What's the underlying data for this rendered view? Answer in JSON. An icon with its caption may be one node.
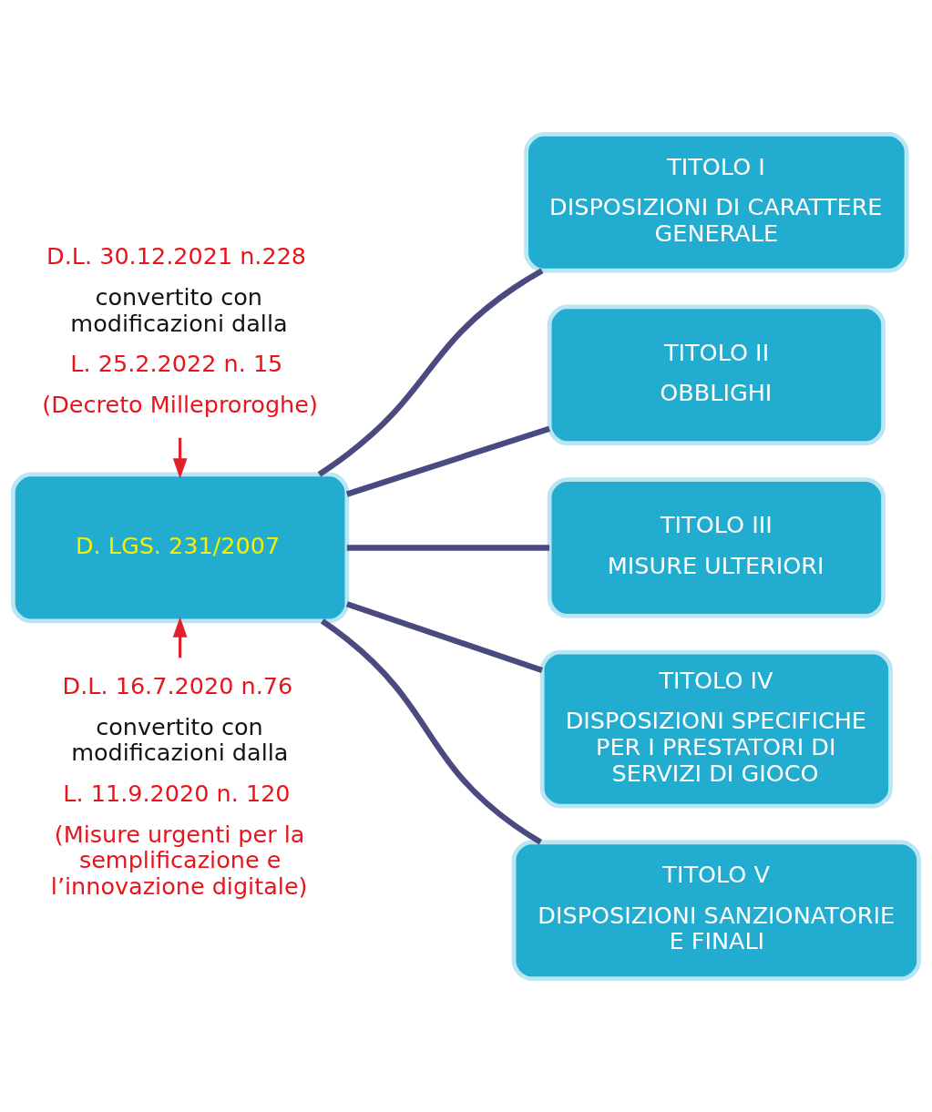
{
  "diagram": {
    "nodes": [
      {
        "text": [
          "D.L. 30.12.2021 n.228",
          "convertito con modificazioni dalla",
          "L. 25.2.2022 n. 15",
          "(Decreto Milleproroghe)"
        ]
      },
      {
        "text": [
          "D. LGS. 231/2007"
        ]
      },
      {
        "text": [
          "D.L. 16.7.2020 n.76",
          "convertito con modificazioni dalla",
          "L. 11.9.2020 n. 120",
          "(Misure urgenti per la semplificazione e l’innovazione digitale)"
        ]
      },
      {
        "text": [
          "TITOLO I",
          "DISPOSIZIONI DI CARATTERE GENERALE"
        ]
      },
      {
        "text": [
          "TITOLO II",
          "OBBLIGHI"
        ]
      },
      {
        "text": [
          "TITOLO III",
          "MISURE ULTERIORI"
        ]
      },
      {
        "text": [
          "TITOLO IV",
          "DISPOSIZIONI SPECIFICHE PER I PRESTATORI DI SERVIZI DI GIOCO"
        ]
      },
      {
        "text": [
          "TITOLO V",
          "DISPOSIZIONI SANZIONATORIE E FINALI"
        ]
      }
    ],
    "edges": [
      {
        "from": 0,
        "to": 1,
        "arrow": "to",
        "color": "#e0202a"
      },
      {
        "from": 2,
        "to": 1,
        "arrow": "to",
        "color": "#e0202a"
      },
      {
        "from": 1,
        "to": 3,
        "arrow": "none"
      },
      {
        "from": 1,
        "to": 4,
        "arrow": "none"
      },
      {
        "from": 1,
        "to": 5,
        "arrow": "none"
      },
      {
        "from": 1,
        "to": 6,
        "arrow": "none"
      },
      {
        "from": 1,
        "to": 7,
        "arrow": "none"
      }
    ]
  }
}
